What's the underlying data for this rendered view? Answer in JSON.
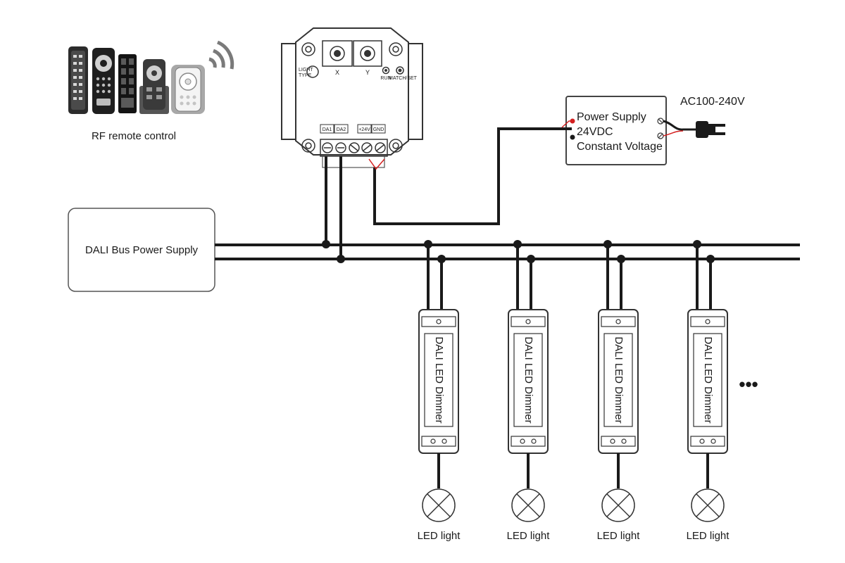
{
  "remote": {
    "label": "RF remote control"
  },
  "controller": {
    "dial_x_label": "X",
    "dial_y_label": "Y",
    "light_type_line1": "LIGHT",
    "light_type_line2": "TYPE",
    "run_label": "RUN",
    "match_set_label": "MATCH/SET",
    "terminals": [
      "DA1",
      "DA2",
      "+24V",
      "GND"
    ]
  },
  "power_supply": {
    "line1": "Power Supply",
    "line2": "24VDC",
    "line3": "Constant Voltage",
    "ac_label": "AC100-240V"
  },
  "bus_supply": {
    "label": "DALI Bus Power Supply"
  },
  "dimmers": [
    {
      "label": "DALI LED Dimmer",
      "light_label": "LED light"
    },
    {
      "label": "DALI LED Dimmer",
      "light_label": "LED light"
    },
    {
      "label": "DALI LED Dimmer",
      "light_label": "LED light"
    },
    {
      "label": "DALI LED Dimmer",
      "light_label": "LED light"
    }
  ],
  "continuation": "•••",
  "colors": {
    "wire": "#1a1a1a",
    "live_wire": "#d42020",
    "outline": "#333333"
  }
}
